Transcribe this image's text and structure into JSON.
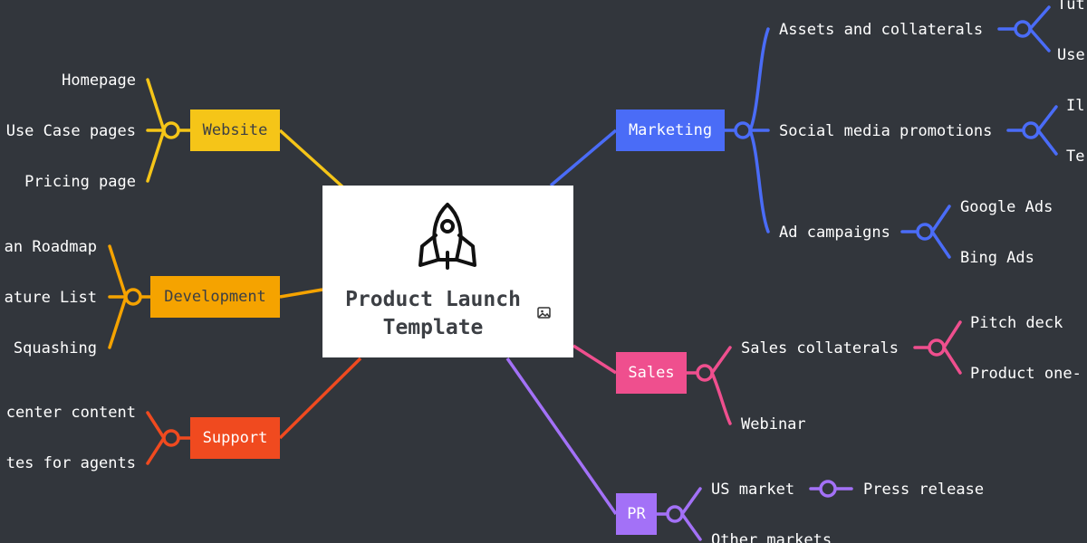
{
  "root": {
    "title_line1": "Product Launch",
    "title_line2": "Template",
    "icon": "rocket-icon",
    "attachment_icon": "image-icon"
  },
  "colors": {
    "background": "#32363c",
    "website": "#f5c518",
    "development": "#f5a300",
    "support": "#f04a1f",
    "marketing": "#4a6cf7",
    "sales": "#ef4f8e",
    "pr": "#a371f7"
  },
  "branches": {
    "website": {
      "label": "Website",
      "children": [
        "Homepage",
        "Use Case pages",
        "Pricing page"
      ]
    },
    "development": {
      "label": "Development",
      "children": [
        "an Roadmap",
        "ature List",
        "Squashing"
      ]
    },
    "support": {
      "label": "Support",
      "children": [
        "center content",
        "tes for agents"
      ]
    },
    "marketing": {
      "label": "Marketing",
      "children": [
        {
          "label": "Assets and collaterals",
          "children": [
            "Tut",
            "Use"
          ]
        },
        {
          "label": "Social media promotions",
          "children": [
            "Il",
            "Te"
          ]
        },
        {
          "label": "Ad campaigns",
          "children": [
            "Google Ads",
            "Bing Ads"
          ]
        }
      ]
    },
    "sales": {
      "label": "Sales",
      "children": [
        {
          "label": "Sales collaterals",
          "children": [
            "Pitch deck",
            "Product one-"
          ]
        },
        {
          "label": "Webinar"
        }
      ]
    },
    "pr": {
      "label": "PR",
      "children": [
        {
          "label": "US market",
          "children": [
            "Press release"
          ]
        },
        {
          "label": "Other markets"
        }
      ]
    }
  }
}
